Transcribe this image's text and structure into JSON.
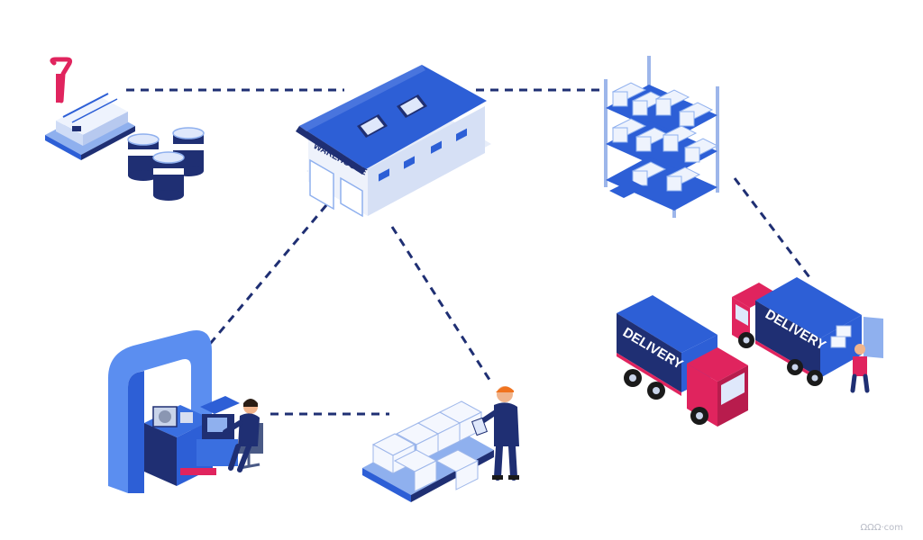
{
  "warehouse": {
    "sign": "WAREHOUSE"
  },
  "trucks": [
    {
      "label": "DELIVERY"
    },
    {
      "label": "DELIVERY"
    }
  ],
  "watermark": "ΩΩΩ·com",
  "colors": {
    "navy": "#1f2f73",
    "blue": "#2d5fd6",
    "lightBlue": "#8fb0ee",
    "paleBlue": "#dfe8fb",
    "magenta": "#e0245e",
    "dash": "#1f2f73"
  }
}
